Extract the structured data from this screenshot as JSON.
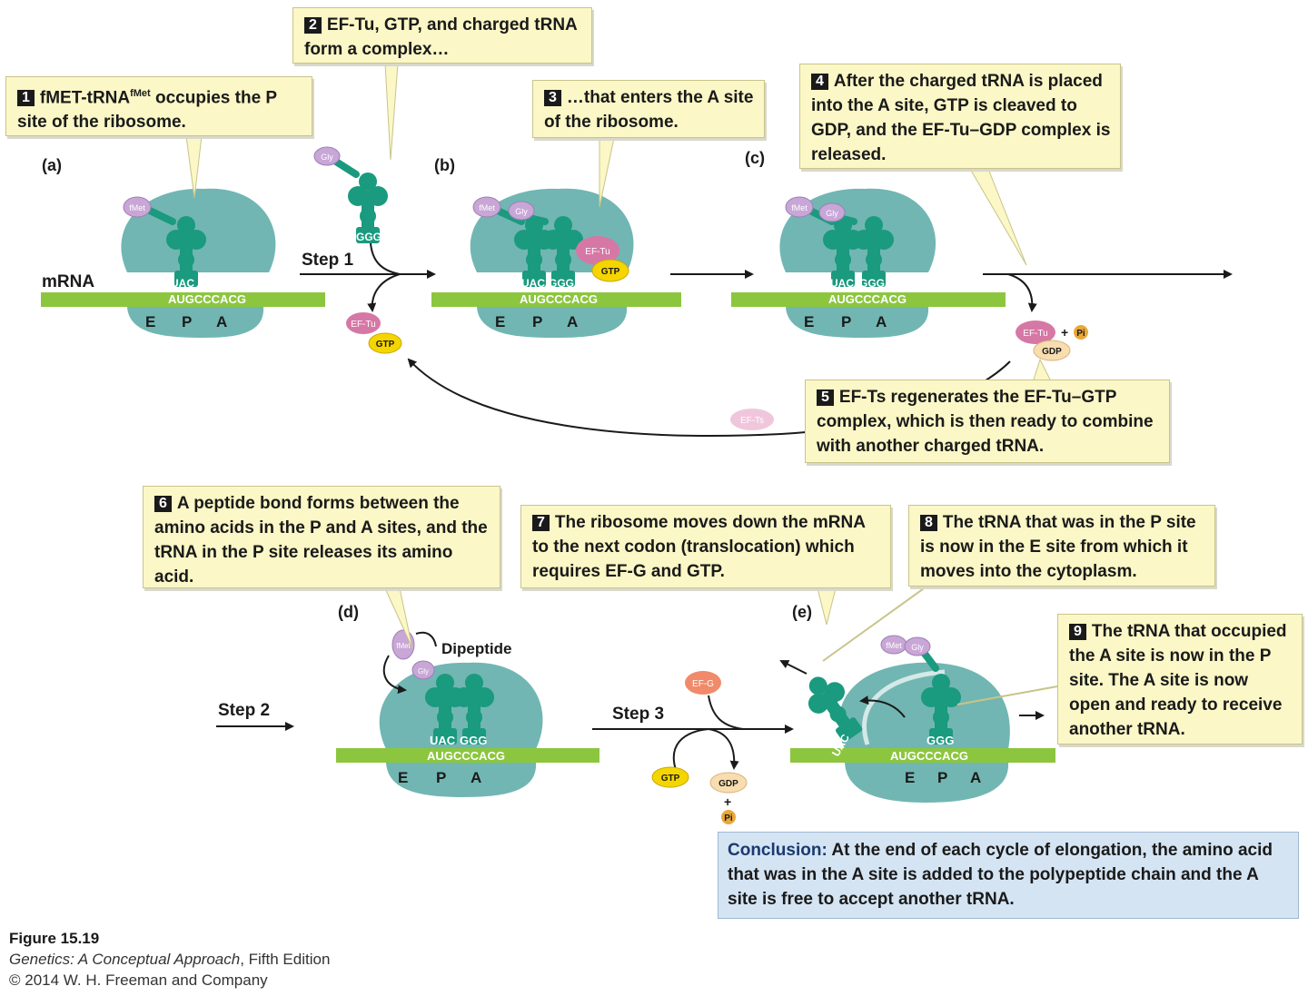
{
  "mrna_label": "mRNA",
  "codons": "AUGCCCACG",
  "sites": {
    "e": "E",
    "p": "P",
    "a": "A"
  },
  "panels": {
    "a": "(a)",
    "b": "(b)",
    "c": "(c)",
    "d": "(d)",
    "e": "(e)"
  },
  "steps": {
    "s1": "Step 1",
    "s2": "Step 2",
    "s3": "Step 3"
  },
  "panel_a": {
    "anticodon": "UAC"
  },
  "panel_b": {
    "anticodon_p": "UAC",
    "anticodon_a": "GGG"
  },
  "panel_d": {
    "dipeptide": "Dipeptide"
  },
  "beads": {
    "fmet": "fMet",
    "gly": "Gly",
    "eftu": "EF-Tu",
    "efts": "EF-Ts",
    "efg": "EF-G",
    "gtp": "GTP",
    "gdp": "GDP",
    "pi": "Pi",
    "plus": "+"
  },
  "colors": {
    "ribosome": "#71b6b2",
    "trna": "#1a9a7e",
    "mrna": "#8cc63f",
    "amino_acid": "#c8a6d6",
    "ef_tu": "#d678a6",
    "gtp": "#f5d500",
    "callout_bg": "#fbf7c6",
    "conclusion_bg": "#d4e4f3"
  },
  "callouts": {
    "c1": {
      "num": "1",
      "pre": "fMET-tRNA",
      "sup": "fMet",
      "post": " occupies the P site of the ribosome."
    },
    "c2": {
      "num": "2",
      "text": "EF-Tu, GTP, and charged tRNA form a complex…"
    },
    "c3": {
      "num": "3",
      "text": "…that enters the A site of the ribosome."
    },
    "c4": {
      "num": "4",
      "text": "After the charged tRNA is placed into the A site, GTP is cleaved to GDP, and the EF-Tu–GDP complex is released."
    },
    "c5": {
      "num": "5",
      "text": "EF-Ts regenerates the EF-Tu–GTP complex, which is then ready to combine with another charged tRNA."
    },
    "c6": {
      "num": "6",
      "text": "A peptide bond forms between the amino acids in the P and A sites, and the tRNA in the P site releases its amino acid."
    },
    "c7": {
      "num": "7",
      "text": "The ribosome moves down the mRNA to the next codon (translocation) which requires EF-G and GTP."
    },
    "c8": {
      "num": "8",
      "text": "The tRNA that was in the P site is now in the E site from which it moves into the cytoplasm."
    },
    "c9": {
      "num": "9",
      "text": "The tRNA that occupied the A site is now in the P site. The A site is now open and ready to receive another tRNA."
    }
  },
  "conclusion": {
    "lead": "Conclusion:",
    "text": "At the end of each cycle of elongation, the amino acid that was in the A site is added to the polypeptide chain and the A site is free to accept another tRNA."
  },
  "caption": {
    "figure": "Figure 15.19",
    "book_title": "Genetics: A Conceptual Approach",
    "edition": ", Fifth Edition",
    "copyright": "© 2014 W. H. Freeman and Company"
  }
}
